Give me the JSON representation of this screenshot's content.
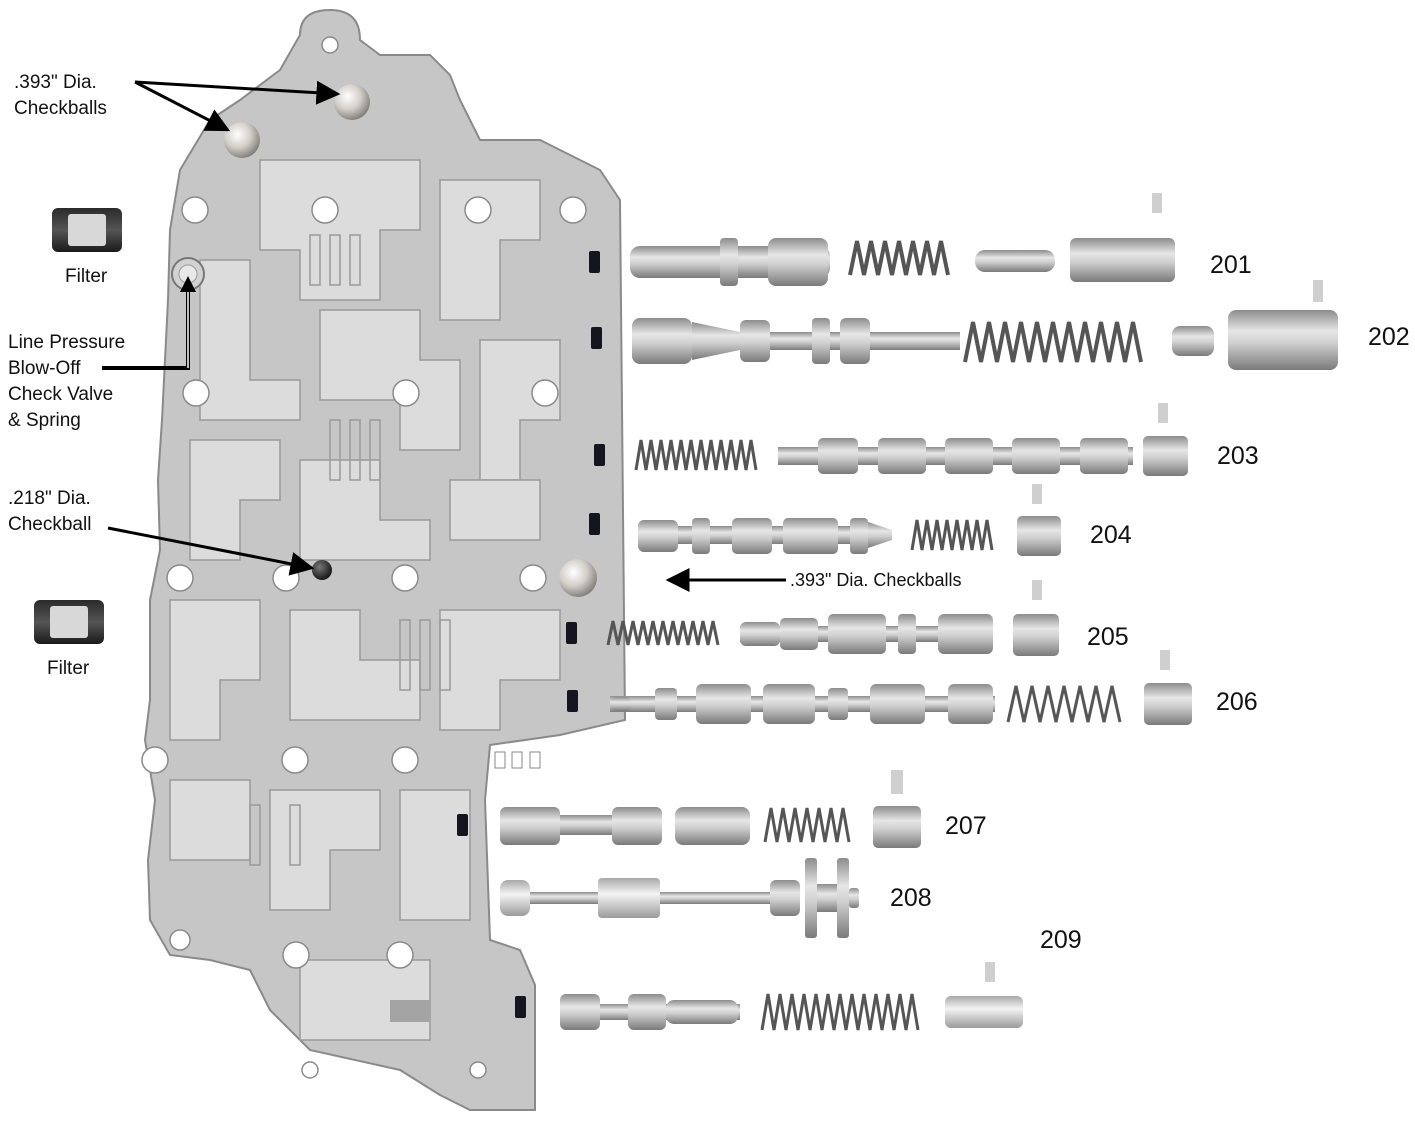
{
  "labels": {
    "checkballs_top": [
      ".393\" Dia.",
      "Checkballs"
    ],
    "filter_top": "Filter",
    "filter_bottom": "Filter",
    "blowoff": [
      "Line Pressure",
      "Blow-Off",
      "Check Valve",
      "& Spring"
    ],
    "checkball_218": [
      ".218\" Dia.",
      "Checkball"
    ],
    "checkballs_393_right": ".393\" Dia. Checkballs"
  },
  "valves": [
    "201",
    "202",
    "203",
    "204",
    "205",
    "206",
    "207",
    "208",
    "209"
  ],
  "colors": {
    "plate": "#c4c4c4",
    "plate_edge": "#8a8a8a",
    "channel": "#dadada",
    "hole": "#ffffff",
    "metal_light": "#dedede",
    "metal_dark": "#8c8c8c",
    "insert": "#15151f"
  }
}
